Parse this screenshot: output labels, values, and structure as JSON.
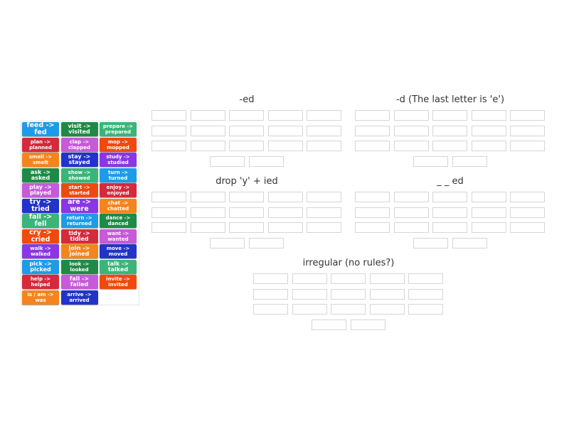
{
  "tiles": [
    {
      "label": "feed -> fed",
      "color": "#1e9be8",
      "size": "big"
    },
    {
      "label": "visit -> visited",
      "color": "#1f8a45",
      "size": "mid"
    },
    {
      "label": "prepare ->\nprepared",
      "color": "#3bb47a",
      "size": ""
    },
    {
      "label": "plan ->\nplanned",
      "color": "#d42a3c",
      "size": ""
    },
    {
      "label": "clap ->\nclapped",
      "color": "#c65ad8",
      "size": ""
    },
    {
      "label": "mop ->\nmopped",
      "color": "#ef4a0e",
      "size": ""
    },
    {
      "label": "smell ->\nsmelt",
      "color": "#f5841f",
      "size": ""
    },
    {
      "label": "stay -> stayed",
      "color": "#2233c8",
      "size": "mid"
    },
    {
      "label": "study ->\nstudied",
      "color": "#8b36e4",
      "size": ""
    },
    {
      "label": "ask -> asked",
      "color": "#1f8a45",
      "size": "mid"
    },
    {
      "label": "show ->\nshowed",
      "color": "#3bb47a",
      "size": ""
    },
    {
      "label": "turn ->\nturned",
      "color": "#1e9be8",
      "size": ""
    },
    {
      "label": "play -> played",
      "color": "#c65ad8",
      "size": "mid"
    },
    {
      "label": "start ->\nstarted",
      "color": "#ef4a0e",
      "size": ""
    },
    {
      "label": "enjoy ->\nenjoyed",
      "color": "#d42a3c",
      "size": ""
    },
    {
      "label": "try -> tried",
      "color": "#2233c8",
      "size": "big"
    },
    {
      "label": "are -> were",
      "color": "#8b36e4",
      "size": "big"
    },
    {
      "label": "chat ->\nchatted",
      "color": "#f5841f",
      "size": ""
    },
    {
      "label": "fall -> fell",
      "color": "#3bb47a",
      "size": "big"
    },
    {
      "label": "return ->\nreturned",
      "color": "#1e9be8",
      "size": ""
    },
    {
      "label": "dance ->\ndanced",
      "color": "#1f8a45",
      "size": ""
    },
    {
      "label": "cry -> cried",
      "color": "#ef4a0e",
      "size": "big"
    },
    {
      "label": "tidy -> tidied",
      "color": "#d42a3c",
      "size": "mid"
    },
    {
      "label": "want ->\nwanted",
      "color": "#c65ad8",
      "size": ""
    },
    {
      "label": "walk ->\nwalked",
      "color": "#8b36e4",
      "size": ""
    },
    {
      "label": "join -> joined",
      "color": "#f5841f",
      "size": "mid"
    },
    {
      "label": "move ->\nmoved",
      "color": "#2233c8",
      "size": ""
    },
    {
      "label": "pick -> picked",
      "color": "#1e9be8",
      "size": "mid"
    },
    {
      "label": "look ->\nlooked",
      "color": "#1f8a45",
      "size": ""
    },
    {
      "label": "talk -> talked",
      "color": "#3bb47a",
      "size": "mid"
    },
    {
      "label": "help ->\nhelped",
      "color": "#d42a3c",
      "size": ""
    },
    {
      "label": "fall -> failed",
      "color": "#c65ad8",
      "size": "mid"
    },
    {
      "label": "invite ->\ninvited",
      "color": "#ef4a0e",
      "size": ""
    },
    {
      "label": "is / am -> was",
      "color": "#f5841f",
      "size": ""
    },
    {
      "label": "arrive ->\narrived",
      "color": "#2233c8",
      "size": ""
    }
  ],
  "groups": [
    {
      "title": "-ed",
      "slots": 17
    },
    {
      "title": "-d (The last letter is 'e')",
      "slots": 17
    },
    {
      "title": "drop 'y' + ied",
      "slots": 17
    },
    {
      "title": "_ _ ed",
      "slots": 17
    },
    {
      "title": "irregular (no rules?)",
      "slots": 17
    }
  ]
}
